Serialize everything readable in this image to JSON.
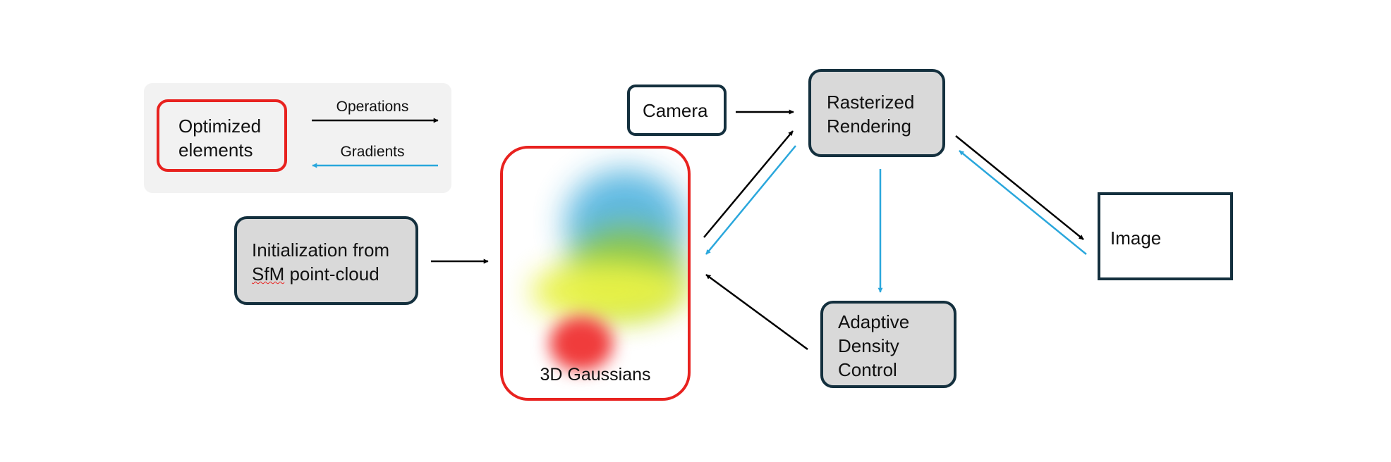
{
  "legend": {
    "optimized": [
      "Optimized",
      "elements"
    ],
    "operations": "Operations",
    "gradients": "Gradients"
  },
  "nodes": {
    "camera": "Camera",
    "rasterized": [
      "Rasterized",
      "Rendering"
    ],
    "init": [
      "Initialization from",
      "SfM",
      " point-cloud"
    ],
    "gaussians": "3D Gaussians",
    "adaptive": [
      "Adaptive",
      "Density",
      "Control"
    ],
    "image": "Image"
  },
  "colors": {
    "operations_arrow": "#000000",
    "gradients_arrow": "#2aa7dc",
    "optimized_border": "#e8221f",
    "node_fill": "#d9d9d9",
    "node_border": "#14303e"
  }
}
